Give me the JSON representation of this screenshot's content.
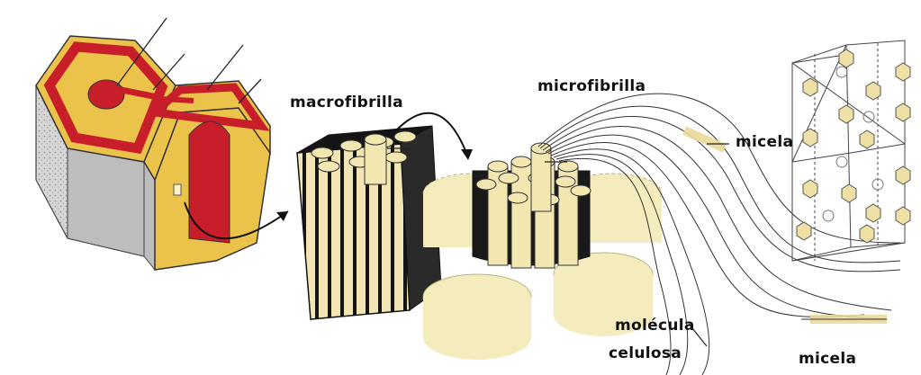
{
  "labels": {
    "macrofibrilla": "macrofibrilla",
    "microfibrilla": "microfibrilla",
    "micela_top": "micela",
    "micela_bottom": "micela",
    "molecula_line1": "molécula",
    "molecula_line2": "celulosa"
  },
  "colors": {
    "cell_wall_yellow": "#ecc34a",
    "cell_wall_red": "#c81e2a",
    "cell_side_gray": "#c9c9c9",
    "fibril_cream": "#f3e7b1",
    "disc_yellow": "#f4ecbd",
    "ink": "#111111",
    "crystal_cell": "#efe0a6"
  }
}
